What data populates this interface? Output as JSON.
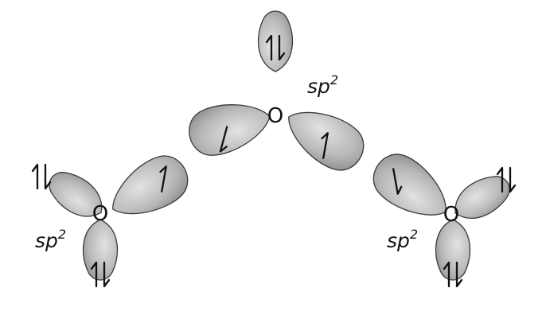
{
  "atoms": [
    {
      "id": "center",
      "label": "O",
      "hybridization": "sp",
      "hybridization_superscript": "2"
    },
    {
      "id": "left",
      "label": "O",
      "hybridization": "sp",
      "hybridization_superscript": "2"
    },
    {
      "id": "right",
      "label": "O",
      "hybridization": "sp",
      "hybridization_superscript": "2"
    }
  ],
  "orbitals": [
    {
      "id": "center-top",
      "electrons": "paired"
    },
    {
      "id": "center-bond-left",
      "electrons": "down"
    },
    {
      "id": "left-bond",
      "electrons": "up"
    },
    {
      "id": "center-bond-right",
      "electrons": "up"
    },
    {
      "id": "right-bond",
      "electrons": "down"
    },
    {
      "id": "left-upper",
      "electrons": "paired"
    },
    {
      "id": "left-lower",
      "electrons": "paired"
    },
    {
      "id": "right-upper",
      "electrons": "paired"
    },
    {
      "id": "right-lower",
      "electrons": "paired"
    }
  ],
  "colors": {
    "lobe_light": "#e2e2e2",
    "lobe_dark": "#8c8c8c",
    "outline": "#3a3a3a",
    "text": "#111111"
  }
}
